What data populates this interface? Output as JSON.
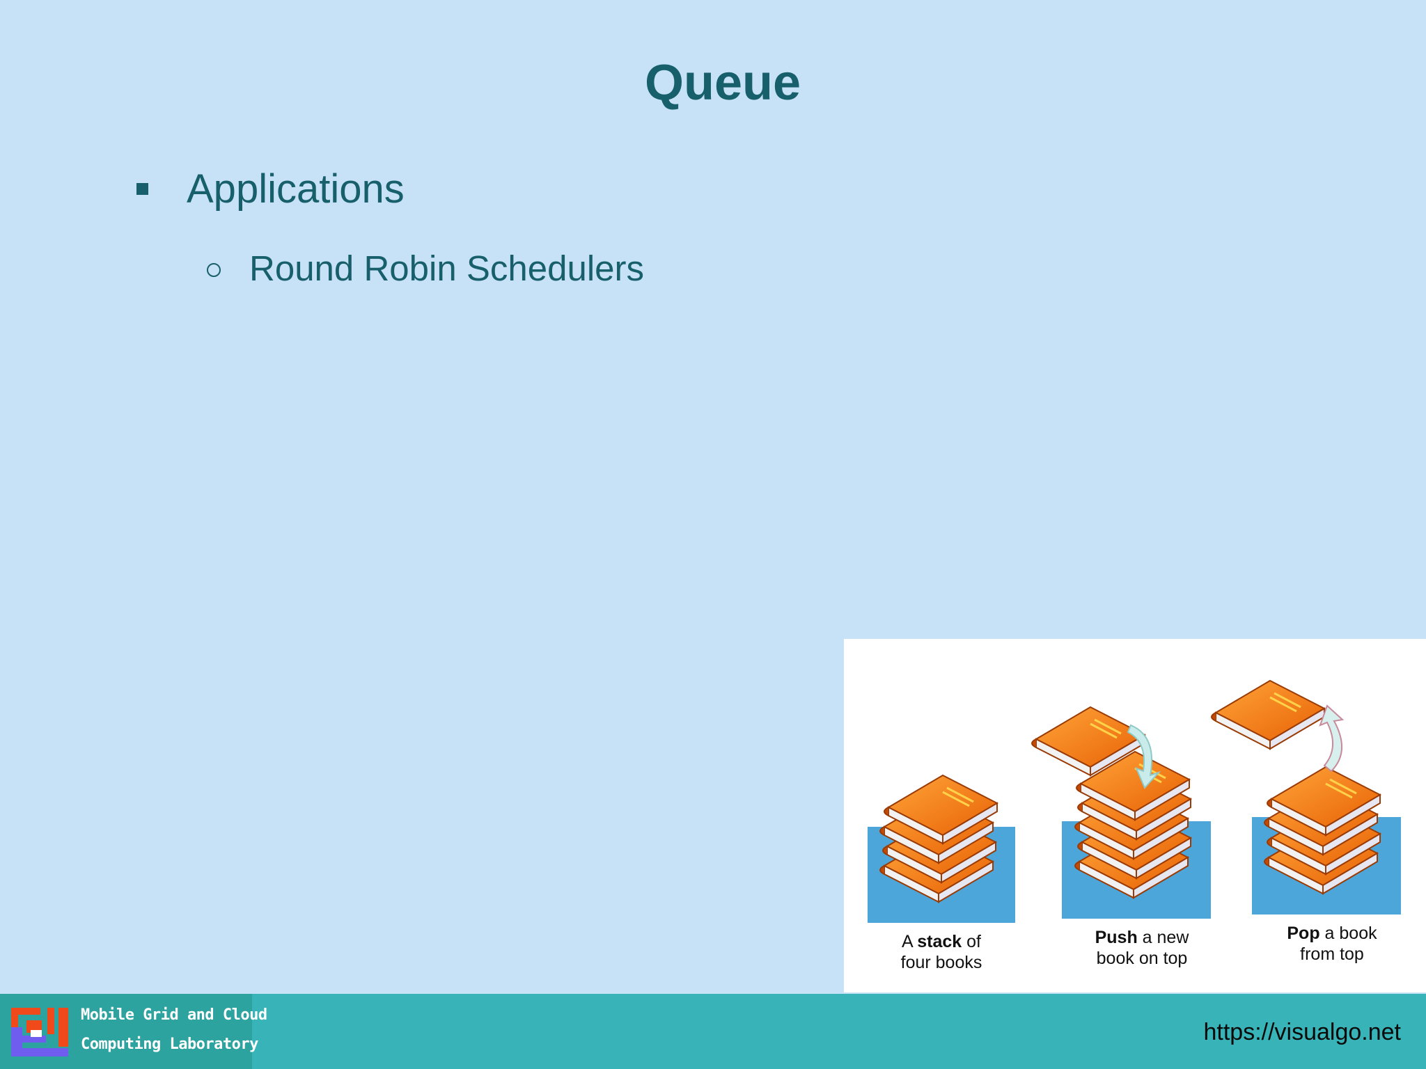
{
  "slide": {
    "title": "Queue",
    "bullets": [
      {
        "text": "Applications",
        "sub": [
          {
            "text": "Round Robin Schedulers"
          }
        ]
      }
    ]
  },
  "figure": {
    "panels": [
      {
        "caption_pre": "A ",
        "caption_bold": "stack",
        "caption_post": " of",
        "caption_line2": "four books"
      },
      {
        "caption_pre": "",
        "caption_bold": "Push",
        "caption_post": " a new",
        "caption_line2": "book on top"
      },
      {
        "caption_pre": "",
        "caption_bold": "Pop",
        "caption_post": " a book",
        "caption_line2": "from top"
      }
    ],
    "colors": {
      "book": "#f07d10",
      "water": "#4da6d9",
      "arrow": "#c9eceb"
    }
  },
  "footer": {
    "logo_line1": "Mobile Grid and Cloud",
    "logo_line2": "Computing Laboratory",
    "url": "https://visualgo.net"
  }
}
